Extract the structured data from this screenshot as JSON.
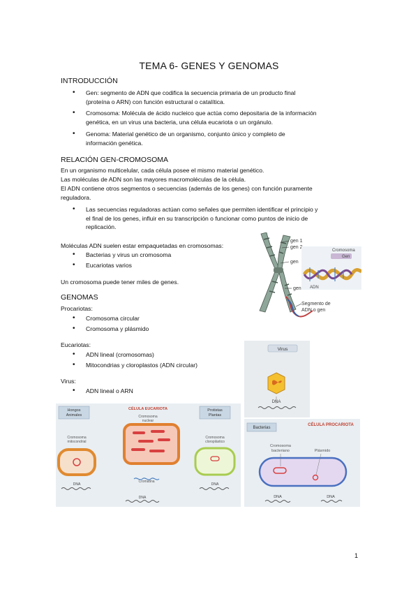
{
  "title": "TEMA 6- GENES Y GENOMAS",
  "intro": {
    "heading": "INTRODUCCIÓN",
    "items": [
      [
        "Gen: segmento de ADN que codifica la secuencia primaria de un producto final",
        "(proteína o ARN) con función estructural o catalítica."
      ],
      [
        "Cromosoma: Molécula de ácido nucleico que actúa como depositaria de la información",
        "genética, en un virus una bacteria, una célula eucariota o un orgánulo."
      ],
      [
        "Genoma: Material genético de un organismo, conjunto único y completo de",
        "información genética."
      ]
    ]
  },
  "relacion": {
    "heading": "RELACIÓN GEN-CROMOSOMA",
    "lines": [
      "En un organismo multicelular, cada célula posee el mismo material genético.",
      "Las moléculas de ADN son las mayores macromoléculas de la célula.",
      "El ADN contiene otros segmentos o secuencias (además de los genes) con función puramente",
      "reguladora."
    ],
    "bullet": [
      "Las secuencias reguladoras actúan como señales que permiten identificar el principio y",
      "el final de los genes, influir en su transcripción o funcionar como puntos de inicio de",
      "replicación."
    ],
    "empaquetadas": "Moléculas ADN suelen estar empaquetadas en cromosomas:",
    "emp_items": [
      "Bacterias y virus un cromosoma",
      "Eucariotas varios"
    ],
    "miles": "Un cromosoma puede tener miles de genes."
  },
  "genomas": {
    "heading": "GENOMAS",
    "procariotas": "Procariotas:",
    "pro_items": [
      "Cromosoma circular",
      "Cromosoma y plásmido"
    ],
    "eucariotas": "Eucariotas:",
    "euc_items": [
      "ADN lineal (cromosomas)",
      "Mitocondrias y cloroplastos (ADN circular)"
    ],
    "virus": "Virus:",
    "vir_items": [
      "ADN lineal o ARN"
    ]
  },
  "fig_chromosome": {
    "gen1": "gen 1",
    "gen2": "gen 2",
    "gen_a": "gen",
    "gen_b": "gen",
    "segmento1": "Segmento de",
    "segmento2": "ADN o gen",
    "cromosoma": "Cromosoma",
    "gen_c": "Gen",
    "adn": "ADN"
  },
  "fig_virus": {
    "label": "Virus",
    "dna": "DNA"
  },
  "fig_euk": {
    "hongos1": "Hongos",
    "hongos2": "Animales",
    "title": "CÉLULA EUCARIOTA",
    "protistas1": "Protistas",
    "protistas2": "Plantas",
    "nuclear1": "Cromosoma",
    "nuclear2": "nuclear",
    "mito1": "Cromosoma",
    "mito2": "mitocondrial",
    "cloro1": "Cromosoma",
    "cloro2": "cloroplástico",
    "cromatina": "Cromatina",
    "dna1": "DNA",
    "dna2": "DNA",
    "dna3": "DNA"
  },
  "fig_prok": {
    "label": "Bacterias",
    "title": "CÉLULA PROCARIOTA",
    "crom1": "Cromosoma",
    "crom2": "bacteriano",
    "plasmido": "Plásmido",
    "dna1": "DNA",
    "dna2": "DNA"
  },
  "page_number": "1"
}
